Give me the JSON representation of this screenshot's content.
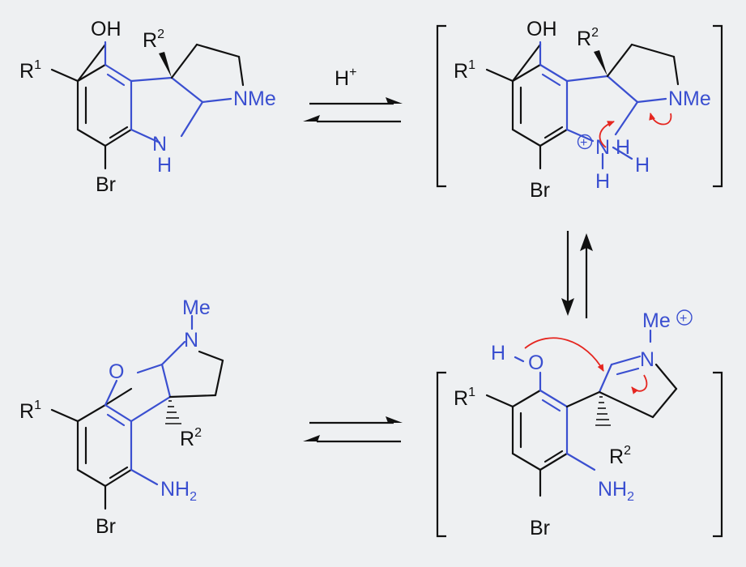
{
  "colors": {
    "background": "#eef0f2",
    "bond": "#111111",
    "highlight": "#3a4fd0",
    "arrow_pushing": "#e52620"
  },
  "reagent": {
    "proton_base": "H",
    "proton_charge": "+"
  },
  "labels": {
    "oh": "OH",
    "r": "R",
    "r1_sup": "1",
    "r2_sup": "2",
    "nme": "NMe",
    "n": "N",
    "h": "H",
    "br": "Br",
    "o": "O",
    "me": "Me",
    "nh": "NH",
    "sub2": "2",
    "plus": "+"
  }
}
